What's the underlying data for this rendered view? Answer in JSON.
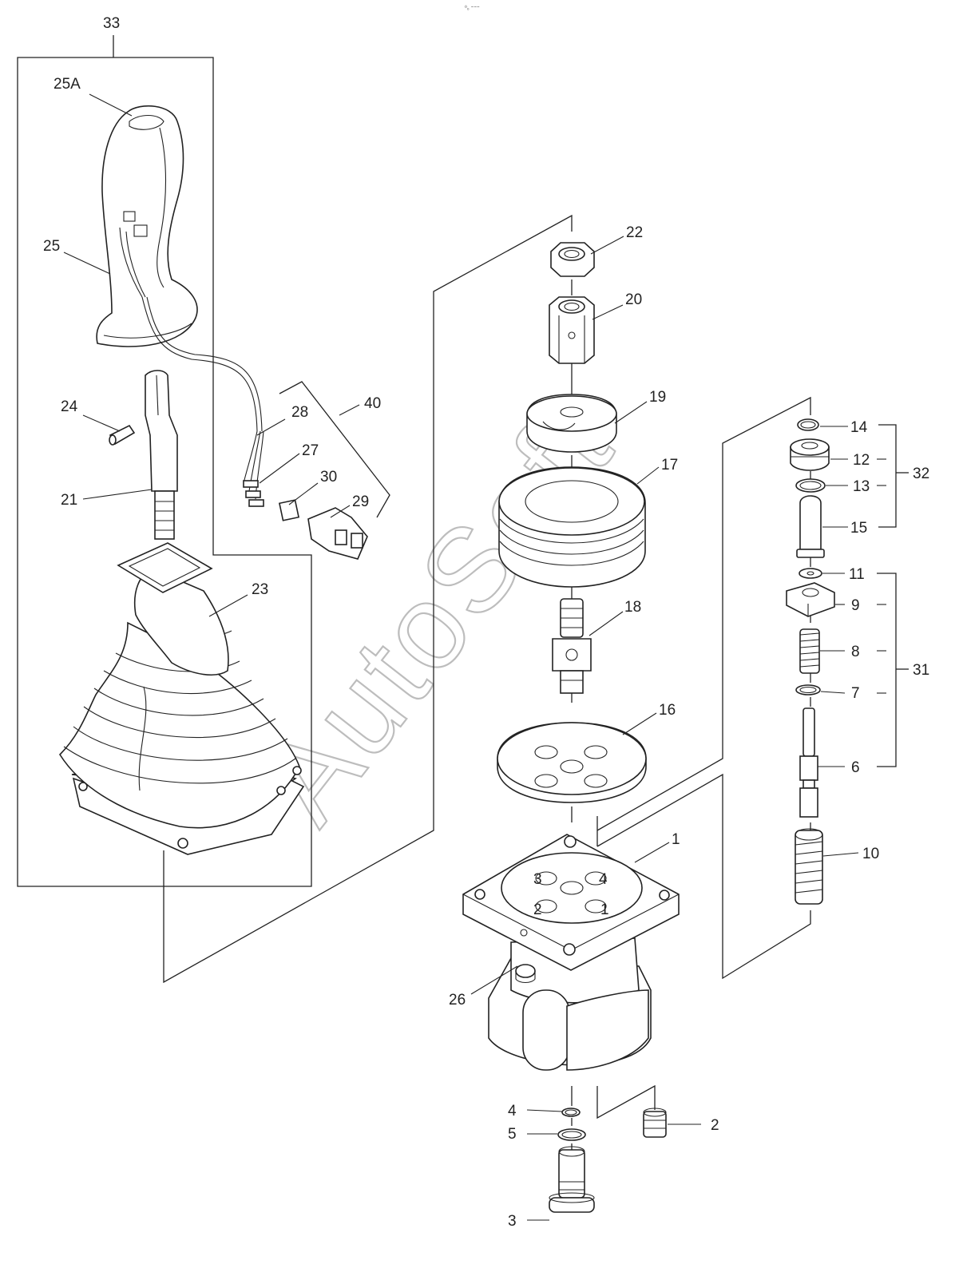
{
  "header_mark": "⁰₀ ⁼⁼⁼",
  "watermark": "AutoSoft",
  "labels": {
    "p1": "1",
    "p2": "2",
    "p3": "3",
    "p4": "4",
    "p5": "5",
    "p6": "6",
    "p7": "7",
    "p8": "8",
    "p9": "9",
    "p10": "10",
    "p11": "11",
    "p12": "12",
    "p13": "13",
    "p14": "14",
    "p15": "15",
    "p16": "16",
    "p17": "17",
    "p18": "18",
    "p19": "19",
    "p20": "20",
    "p21": "21",
    "p22": "22",
    "p23": "23",
    "p24": "24",
    "p25": "25",
    "p25a": "25A",
    "p26": "26",
    "p27": "27",
    "p28": "28",
    "p29": "29",
    "p30": "30",
    "p31": "31",
    "p32": "32",
    "p33": "33",
    "p40": "40"
  },
  "port_numbers": {
    "n1": "1",
    "n2": "2",
    "n3": "3",
    "n4": "4"
  },
  "colors": {
    "ink": "#222222",
    "watermark": "#bdbdbd",
    "background": "#ffffff"
  }
}
